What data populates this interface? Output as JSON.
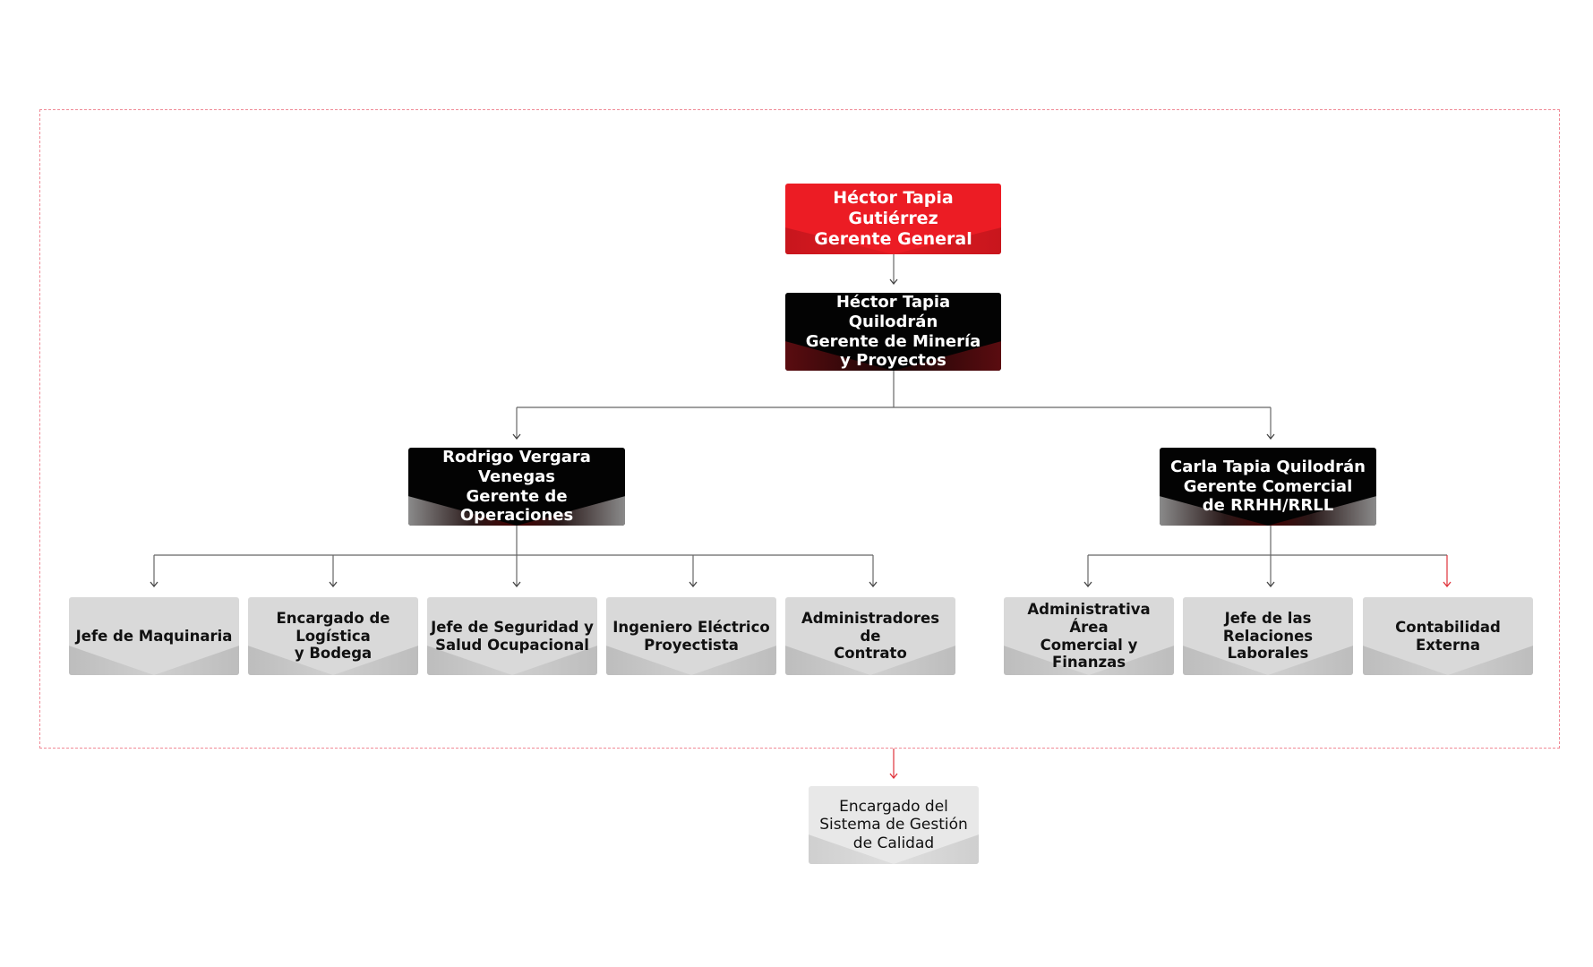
{
  "top": {
    "name": "Héctor Tapia Gutiérrez",
    "role": "Gerente General",
    "color": "#ec1c24"
  },
  "mining": {
    "text": "Héctor Tapia Quilodrán\nGerente de Minería\ny Proyectos"
  },
  "operations": {
    "text": "Rodrigo Vergara Venegas\nGerente de Operaciones"
  },
  "commercial": {
    "text": "Carla Tapia Quilodrán\nGerente Comercial\nde RRHH/RRLL"
  },
  "operations_reports": [
    {
      "text": "Jefe de Maquinaria"
    },
    {
      "text": "Encargado de\nLogística\ny Bodega"
    },
    {
      "text": "Jefe de Seguridad y\nSalud Ocupacional"
    },
    {
      "text": "Ingeniero Eléctrico\nProyectista"
    },
    {
      "text": "Administradores de\nContrato"
    }
  ],
  "commercial_reports": [
    {
      "text": "Administrativa Área\nComercial y Finanzas"
    },
    {
      "text": "Jefe de las\nRelaciones Laborales"
    },
    {
      "text": "Contabilidad\nExterna"
    }
  ],
  "quality": {
    "text": "Encargado del\nSistema de Gestión\nde Calidad"
  },
  "colors": {
    "frame": "#f08a96",
    "connector": "#555555",
    "external_connector": "#e0323a"
  }
}
